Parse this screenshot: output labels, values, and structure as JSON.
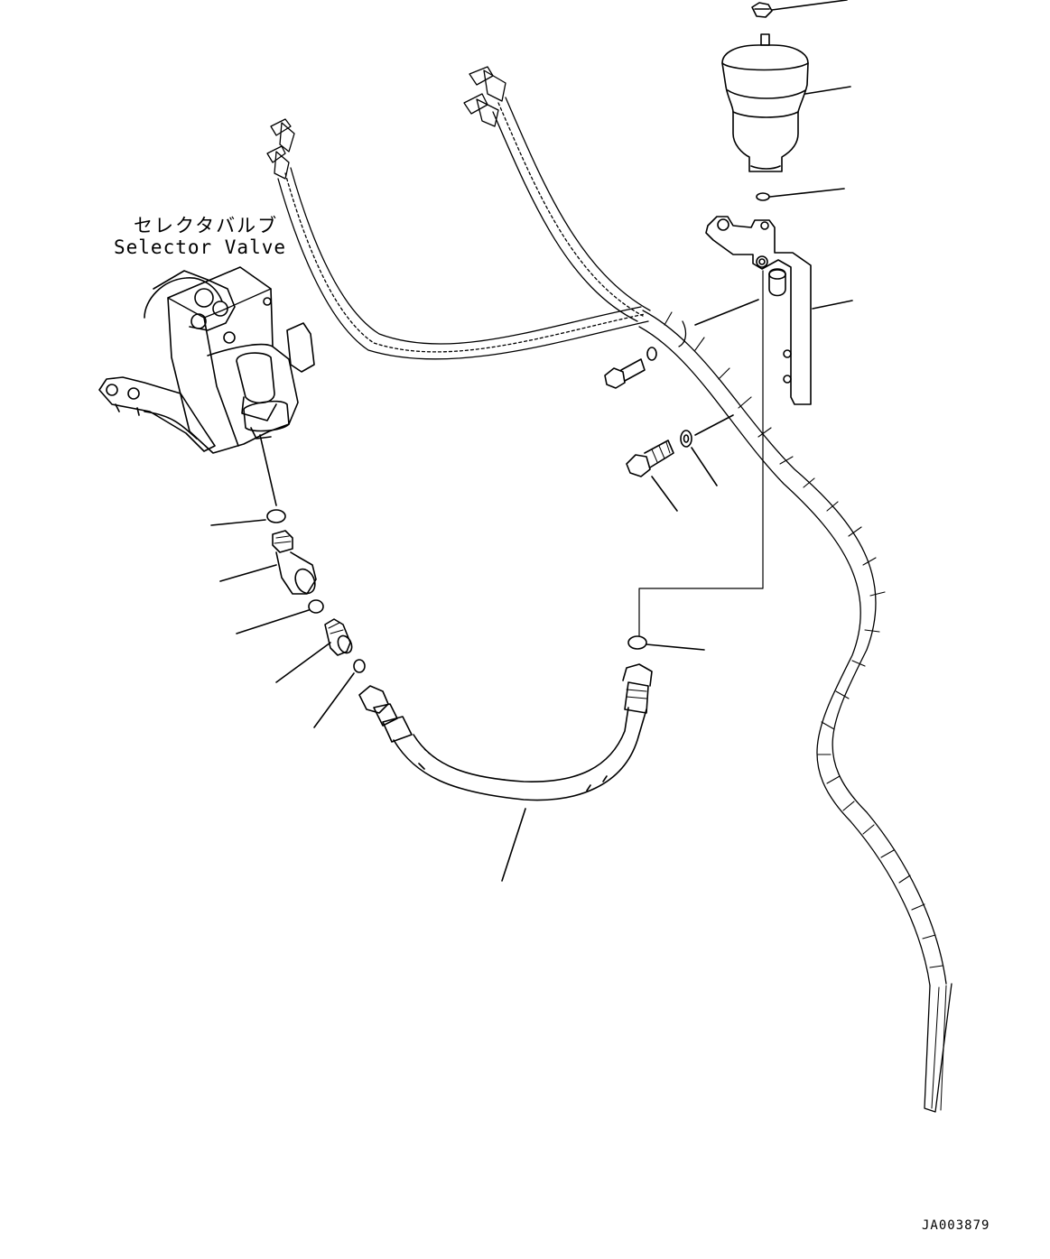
{
  "callouts": {
    "selector_valve_jp": "セレクタバルブ",
    "selector_valve_en": "Selector Valve"
  },
  "drawing_number": "JA003879",
  "colors": {
    "line": "#000000",
    "background": "#ffffff"
  }
}
